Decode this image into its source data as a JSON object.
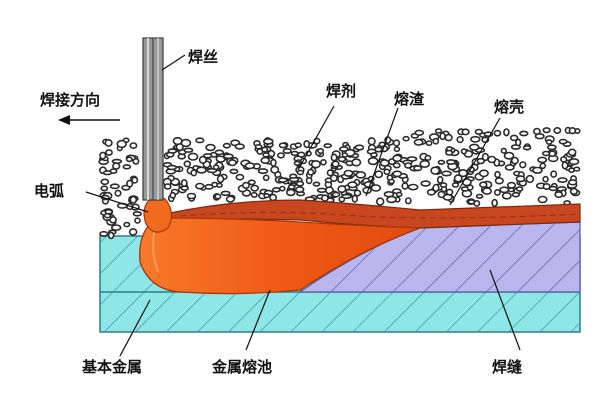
{
  "labels": {
    "wire": "焊丝",
    "direction": "焊接方向",
    "flux": "焊剂",
    "slag": "熔渣",
    "crust": "熔壳",
    "arc": "电弧",
    "base_metal": "基本金属",
    "weld_pool": "金属熔池",
    "weld_seam": "焊缝"
  },
  "colors": {
    "base_metal": "#8fe6e6",
    "weld_seam": "#b9b6ee",
    "weld_pool": "#f05a14",
    "slag": "#c8471f",
    "flux_particle": "#2a2a2a",
    "wire": "#8a8a8a"
  }
}
